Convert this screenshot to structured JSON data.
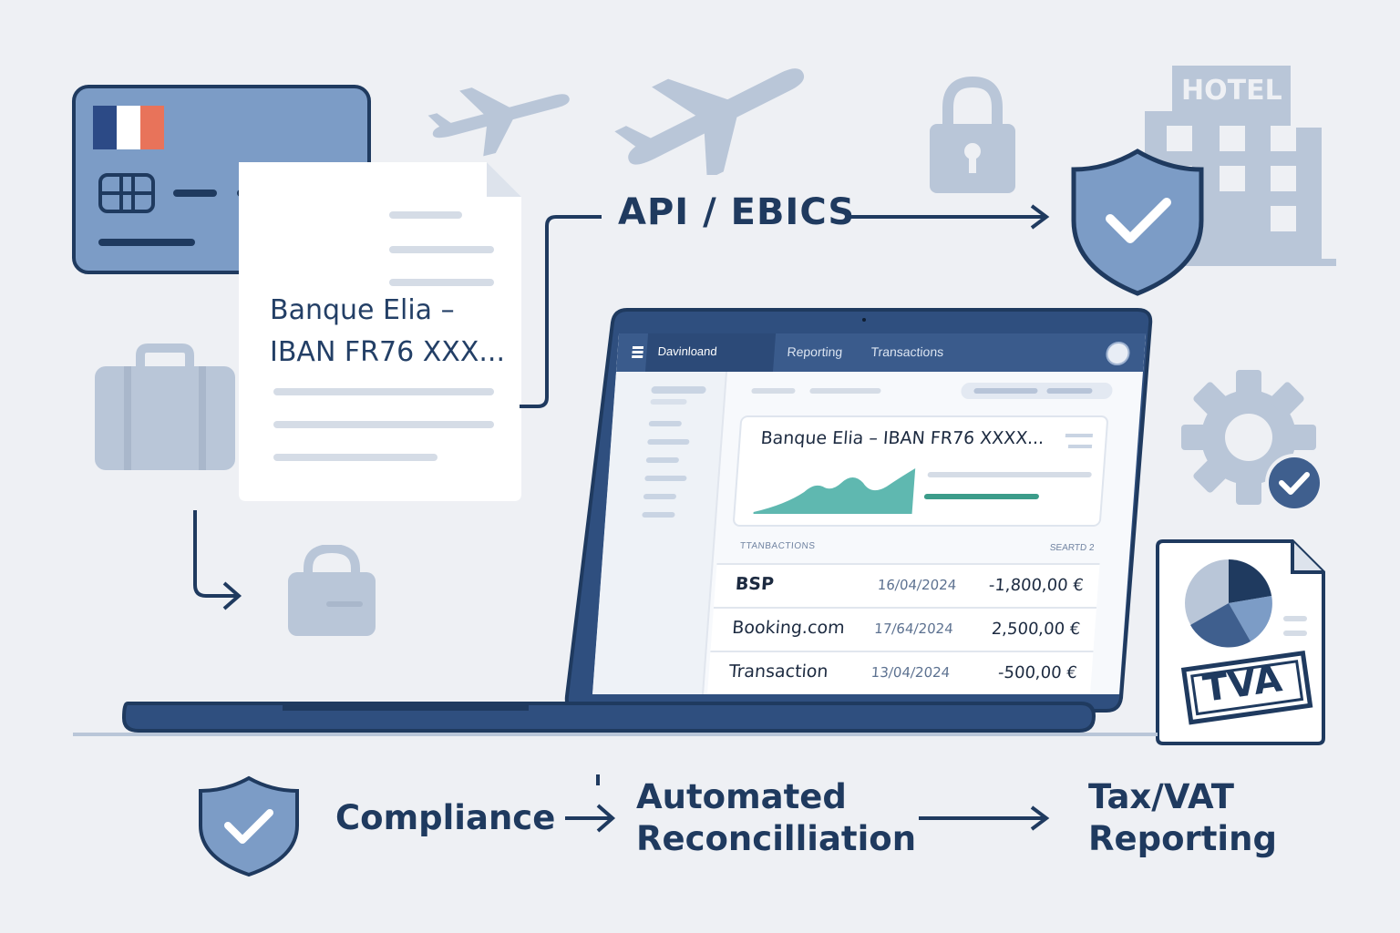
{
  "document": {
    "line1": "Banque Elia –",
    "line2": "IBAN FR76 XXX..."
  },
  "flow_label": "API / EBICS",
  "hotel_sign": "HOTEL",
  "app": {
    "nav": {
      "dashboard": "Davinloand",
      "reporting": "Reporting",
      "transactions": "Transactions"
    },
    "account_title": "Banque Elia – IBAN FR76 XXXX...",
    "transactions_heading": "TTANBACTIONS",
    "search_label": "SEARTD 2",
    "rows": [
      {
        "name": "BSP",
        "date": "16/04/2024",
        "amount": "-1,800,00 €"
      },
      {
        "name": "Booking.com",
        "date": "17/64/2024",
        "amount": "2,500,00 €"
      },
      {
        "name": "Transaction",
        "date": "13/04/2024",
        "amount": "-500,00 €"
      }
    ]
  },
  "tax_stamp": "TVA",
  "bottom": {
    "compliance": "Compliance",
    "reconciliation_line1": "Automated",
    "reconciliation_line2": "Reconcilliation",
    "reporting_line1": "Tax/VAT",
    "reporting_line2": "Reporting"
  },
  "icons": [
    "credit-card-icon",
    "document-icon",
    "airplane-icon",
    "lock-icon",
    "shield-check-icon",
    "hotel-icon",
    "suitcase-icon",
    "bag-icon",
    "gear-check-icon",
    "report-pie-icon",
    "laptop-icon"
  ],
  "colors": {
    "navy": "#1f3a5f",
    "card_blue": "#7c9cc6",
    "muted": "#b9c6d8",
    "teal": "#5fb8b0",
    "accent_red": "#e8735a"
  }
}
